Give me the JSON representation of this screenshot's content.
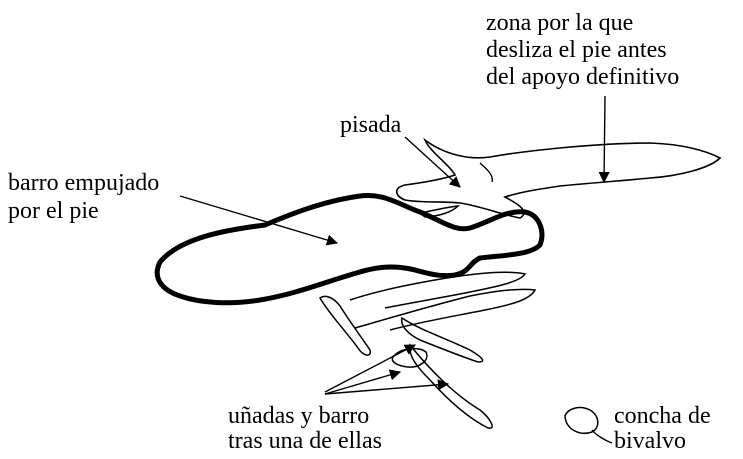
{
  "labels": {
    "zona_line1": "zona por la que",
    "zona_line2": "desliza el pie antes",
    "zona_line3": "del apoyo definitivo",
    "pisada": "pisada",
    "barro_line1": "barro empujado",
    "barro_line2": "por el pie",
    "unadas_line1": "uñadas y barro",
    "unadas_line2": "tras una de ellas",
    "concha_line1": "concha de",
    "concha_line2": "bivalvo"
  },
  "colors": {
    "ink": "#000000",
    "paper": "#ffffff"
  }
}
